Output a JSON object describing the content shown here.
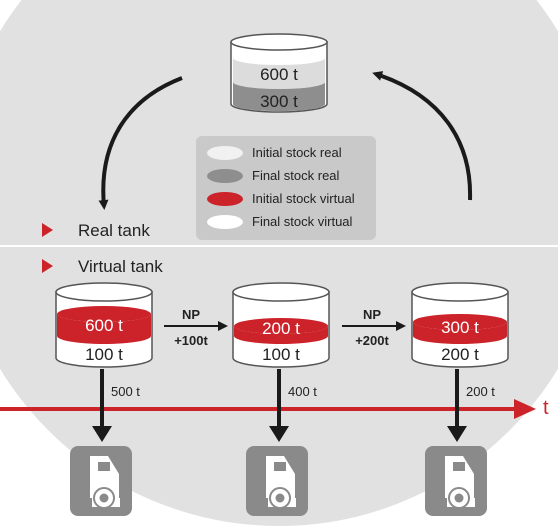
{
  "real_tank": {
    "label": "Real tank",
    "initial_stock": "600 t",
    "final_stock": "300 t"
  },
  "legend": {
    "initial_stock_real": "Initial stock real",
    "final_stock_real": "Final stock real",
    "initial_stock_virtual": "Initial stock virtual",
    "final_stock_virtual": "Final stock virtual"
  },
  "virtual_section": {
    "label": "Virtual tank",
    "tanks": [
      {
        "initial": "600 t",
        "final": "100 t",
        "outflow": "500 t"
      },
      {
        "initial": "200 t",
        "final": "100 t",
        "outflow": "400 t"
      },
      {
        "initial": "300 t",
        "final": "200 t",
        "outflow": "200 t"
      }
    ],
    "transfers": [
      {
        "label": "NP",
        "amount": "+100t"
      },
      {
        "label": "NP",
        "amount": "+200t"
      }
    ]
  },
  "time_axis": {
    "label": "t"
  },
  "colors": {
    "accent_red": "#cc2229",
    "circle_fill": "#e1e1e1",
    "legend_bg": "#c9c9c9",
    "final_real_grey": "#8e8e8e",
    "initial_real_light": "#dcdcdc",
    "truck_grey": "#8a8a8a",
    "arrow_black": "#1a1a1a"
  }
}
